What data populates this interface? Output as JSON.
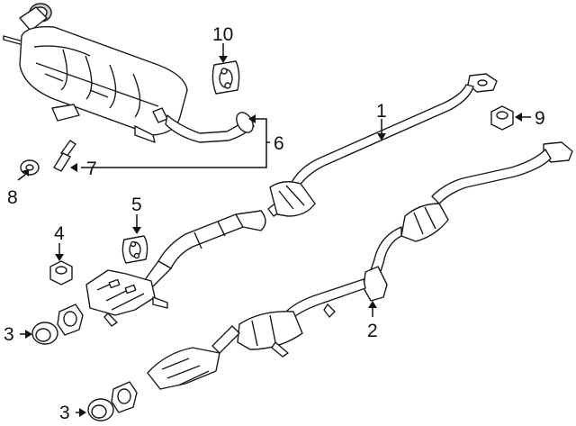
{
  "diagram": {
    "type": "exploded parts diagram",
    "subject": "exhaust system",
    "callouts": [
      {
        "id": "callout-1",
        "label": "1"
      },
      {
        "id": "callout-2",
        "label": "2"
      },
      {
        "id": "callout-3a",
        "label": "3"
      },
      {
        "id": "callout-3b",
        "label": "3"
      },
      {
        "id": "callout-4",
        "label": "4"
      },
      {
        "id": "callout-5",
        "label": "5"
      },
      {
        "id": "callout-6",
        "label": "6"
      },
      {
        "id": "callout-7",
        "label": "7"
      },
      {
        "id": "callout-8",
        "label": "8"
      },
      {
        "id": "callout-9",
        "label": "9"
      },
      {
        "id": "callout-10",
        "label": "10"
      }
    ],
    "colors": {
      "line": "#1a1a1a",
      "part_fill": "#ffffff",
      "shade": "#d9d9d9",
      "background": "#ffffff"
    }
  }
}
